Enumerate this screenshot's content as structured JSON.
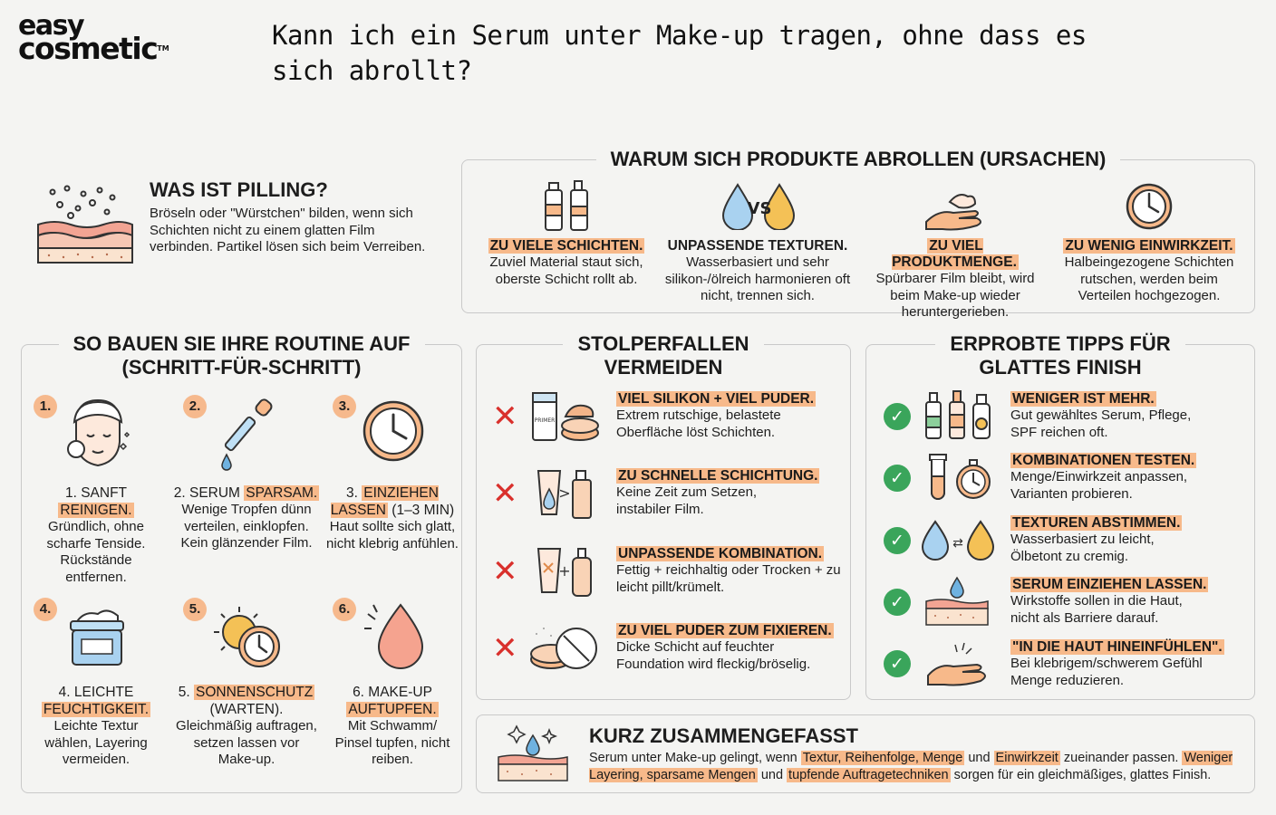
{
  "brand": {
    "line1": "easy",
    "line2": "cosmetic",
    "tm": "TM"
  },
  "title": "Kann ich ein Serum unter Make-up tragen, ohne dass es sich abrollt?",
  "pilling": {
    "heading": "WAS IST PILLING?",
    "text": "Bröseln oder \"Würstchen\" bilden, wenn sich Schichten nicht zu einem glatten Film verbinden. Partikel lösen sich beim Verreiben."
  },
  "causes": {
    "heading": "WARUM SICH PRODUKTE ABROLLEN (URSACHEN)",
    "items": [
      {
        "title": "ZU VIELE SCHICHTEN.",
        "text": "Zuviel Material staut sich, oberste Schicht rollt ab.",
        "highlight": true
      },
      {
        "title": "UNPASSENDE TEXTUREN.",
        "text": "Wasserbasiert und sehr silikon-/ölreich harmonieren oft nicht, trennen sich.",
        "highlight": false
      },
      {
        "title": "ZU VIEL PRODUKTMENGE.",
        "text": "Spürbarer Film bleibt, wird beim Make-up wieder heruntergerieben.",
        "highlight": true
      },
      {
        "title": "ZU WENIG EINWIRKZEIT.",
        "text": "Halbeingezogene Schichten rutschen, werden beim Verteilen hochgezogen.",
        "highlight": true
      }
    ],
    "vs_label": "VS"
  },
  "routine": {
    "heading_1": "SO BAUEN SIE IHRE ROUTINE AUF",
    "heading_2": "(SCHRITT-FÜR-SCHRITT)",
    "steps": [
      {
        "num": "1.",
        "pre": "1. SANFT",
        "hl": "REINIGEN.",
        "post": "",
        "text": "Gründlich, ohne scharfe Tenside. Rückstände entfernen."
      },
      {
        "num": "2.",
        "pre": "2. SERUM",
        "hl": "SPARSAM.",
        "post": "",
        "text": "Wenige Tropfen dünn verteilen, einklopfen. Kein glänzender Film."
      },
      {
        "num": "3.",
        "pre": "3.",
        "hl": "EINZIEHEN LASSEN",
        "post": "(1–3 MIN)",
        "text": "Haut sollte sich glatt, nicht klebrig anfühlen."
      },
      {
        "num": "4.",
        "pre": "4. LEICHTE",
        "hl": "FEUCHTIGKEIT.",
        "post": "",
        "text": "Leichte Textur wählen, Layering vermeiden."
      },
      {
        "num": "5.",
        "pre": "5.",
        "hl": "SONNENSCHUTZ",
        "post": "(WARTEN).",
        "text": "Gleichmäßig auftragen, setzen lassen vor Make-up."
      },
      {
        "num": "6.",
        "pre": "6. MAKE-UP",
        "hl": "AUFTUPFEN.",
        "post": "",
        "text": "Mit Schwamm/ Pinsel tupfen, nicht reiben."
      }
    ]
  },
  "pitfalls": {
    "heading_1": "STOLPERFALLEN",
    "heading_2": "VERMEIDEN",
    "items": [
      {
        "title": "VIEL SILIKON + VIEL PUDER.",
        "text": "Extrem rutschige, belastete Oberfläche löst Schichten."
      },
      {
        "title": "ZU SCHNELLE SCHICHTUNG.",
        "text": "Keine Zeit zum Setzen, instabiler Film."
      },
      {
        "title": "UNPASSENDE KOMBINATION.",
        "text": "Fettig + reichhaltig oder Trocken + zu leicht pillt/krümelt."
      },
      {
        "title": "ZU VIEL PUDER ZUM FIXIEREN.",
        "text": "Dicke Schicht auf feuchter Foundation wird fleckig/bröselig."
      }
    ],
    "primer_label": "PRIMER"
  },
  "tips": {
    "heading_1": "ERPROBTE TIPPS FÜR",
    "heading_2": "GLATTES FINISH",
    "items": [
      {
        "title": "WENIGER IST MEHR.",
        "text": "Gut gewähltes Serum, Pflege, SPF reichen oft."
      },
      {
        "title": "KOMBINATIONEN TESTEN.",
        "text": "Menge/Einwirkzeit anpassen, Varianten probieren."
      },
      {
        "title": "TEXTUREN ABSTIMMEN.",
        "text": "Wasserbasiert zu leicht, Ölbetont zu cremig."
      },
      {
        "title": "SERUM EINZIEHEN LASSEN.",
        "text": "Wirkstoffe sollen in die Haut, nicht als Barriere darauf."
      },
      {
        "title": "\"IN DIE HAUT HINEINFÜHLEN\".",
        "text": "Bei klebrigem/schwerem Gefühl Menge reduzieren."
      }
    ]
  },
  "summary": {
    "heading": "KURZ ZUSAMMENGEFASST",
    "t1": "Serum unter Make-up gelingt, wenn",
    "h1": "Textur, Reihenfolge, Menge",
    "t2": "und",
    "h2": "Einwirkzeit",
    "t3": "zueinander passen.",
    "h3": "Weniger Layering, sparsame Mengen",
    "t4": "und",
    "h4": "tupfende Auftragetechniken",
    "t5": "sorgen für ein gleichmäßiges, glattes Finish."
  },
  "colors": {
    "accent": "#f7b98a",
    "check": "#3aa55b",
    "cross": "#d9302c",
    "border": "#c9c9c9"
  }
}
